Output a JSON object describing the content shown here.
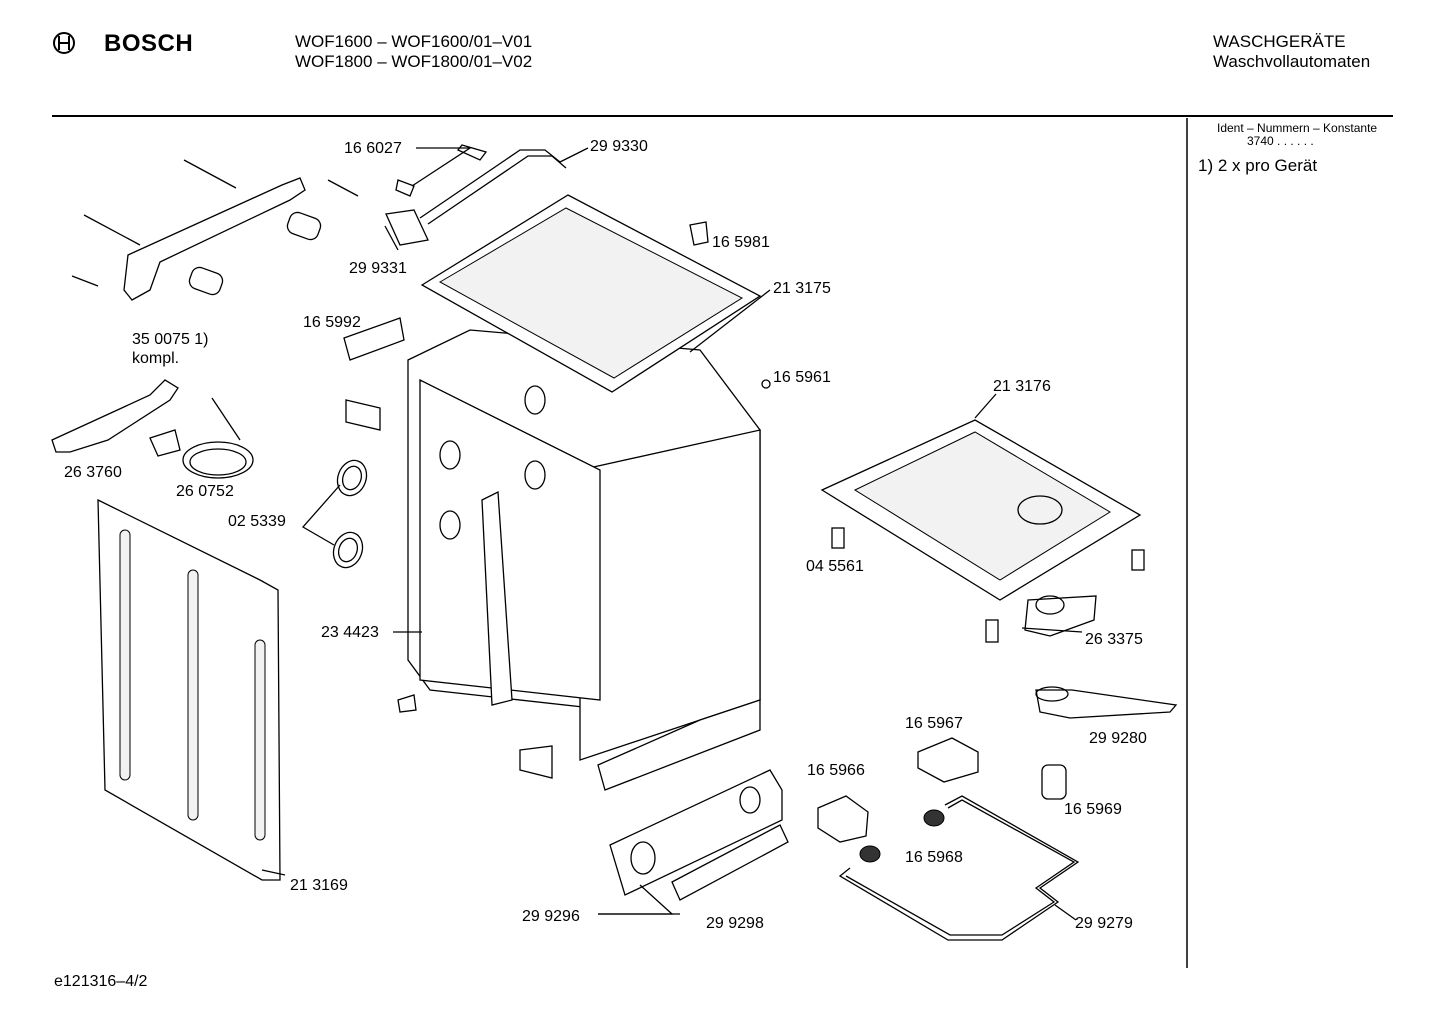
{
  "header": {
    "brand": "BOSCH",
    "model_line1": "WOF1600 – WOF1600/01–V01",
    "model_line2": "WOF1800 – WOF1800/01–V02",
    "category": "WASCHGERÄTE",
    "subcategory": "Waschvollautomaten"
  },
  "side_panel": {
    "ident_title": "Ident – Nummern – Konstante",
    "ident_value": "3740  . .     . . . .",
    "footnote": "1)  2 x pro Gerät"
  },
  "footer": {
    "doc_id": "e121316–4/2"
  },
  "parts": {
    "p166027": "16 6027",
    "p299330": "29 9330",
    "p299331": "29 9331",
    "p165981": "16 5981",
    "p213175": "21 3175",
    "p350075": "35 0075 1)",
    "kompl": "kompl.",
    "p165992": "16 5992",
    "p165961": "16 5961",
    "p213176": "21 3176",
    "p263760": "26 3760",
    "p260752": "26 0752",
    "p025339": "02 5339",
    "p045561": "04 5561",
    "p234423": "23 4423",
    "p263375": "26 3375",
    "p299280": "29 9280",
    "p165967": "16 5967",
    "p165966": "16 5966",
    "p165969": "16 5969",
    "p165968": "16 5968",
    "p213169": "21 3169",
    "p299296": "29 9296",
    "p299298": "29 9298",
    "p299279": "29 9279"
  }
}
